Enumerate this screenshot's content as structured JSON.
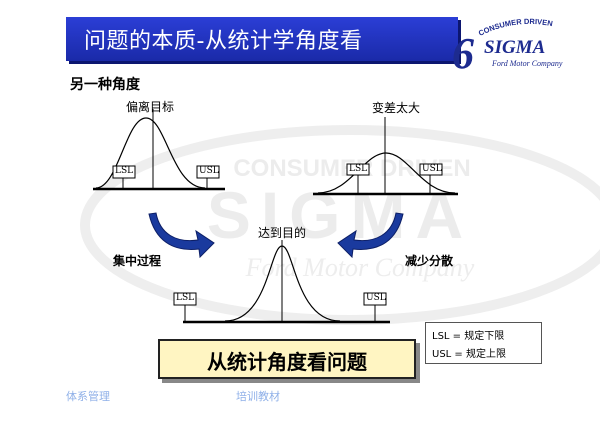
{
  "header": {
    "title": "问题的本质-从统计学角度看"
  },
  "logo": {
    "six": "6",
    "sigma": "SIGMA",
    "arc_top": "CONSUMER DRIVEN",
    "tagline": "Ford Motor Company"
  },
  "watermark": {
    "line1": "CONSUMER DRIVEN",
    "line2": "SIGMA",
    "line3": "Ford Motor Company"
  },
  "subheading": "另一种角度",
  "panels": {
    "top_left": {
      "caption": "偏离目标",
      "lsl": "LSL",
      "usl": "USL"
    },
    "top_right": {
      "caption": "变差太大",
      "lsl": "LSL",
      "usl": "USL"
    },
    "bottom": {
      "caption": "达到目的",
      "lsl": "LSL",
      "usl": "USL"
    }
  },
  "arrows": {
    "left_label": "集中过程",
    "right_label": "减少分散"
  },
  "legend": {
    "lsl_line": "LSL = 规定下限",
    "usl_line": "USL = 规定上限"
  },
  "result": {
    "text": "从统计角度看问题"
  },
  "footer": {
    "left": "体系管理",
    "center": "培训教材"
  },
  "colors": {
    "banner": "#2233c4",
    "arrow": "#1a3a9e",
    "result_fill": "#fff5c2",
    "footer_text": "#8fb0e8"
  }
}
